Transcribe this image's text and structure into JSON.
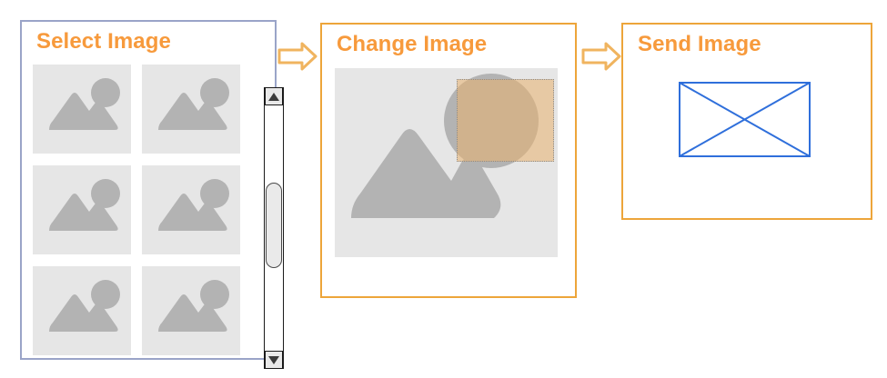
{
  "diagram": {
    "title_color": "#f79a3c",
    "panels": [
      {
        "id": "select-image",
        "title": "Select Image",
        "border_color": "#9aa4c8",
        "content": "thumbnail-grid-with-scrollbar",
        "thumbnail_count": 6,
        "thumbnail_placeholder": "image-placeholder-icon",
        "scrollbar": {
          "orientation": "vertical",
          "up_arrow": "▲",
          "down_arrow": "▼",
          "thumb_position": "middle"
        }
      },
      {
        "id": "change-image",
        "title": "Change Image",
        "border_color": "#eda53a",
        "content": "image-preview-with-selection",
        "selection": {
          "label": "selection-marquee",
          "fill_color": "#e8b06e",
          "border_style": "dotted",
          "border_color": "#8b8b8b"
        }
      },
      {
        "id": "send-image",
        "title": "Send Image",
        "border_color": "#eda53a",
        "content": "broken-image-placeholder",
        "placeholder_color": "#2f6fdb"
      }
    ],
    "connectors": [
      {
        "id": "arrow-select-to-change",
        "direction": "right",
        "color": "#f0b45f"
      },
      {
        "id": "arrow-change-to-send",
        "direction": "right",
        "color": "#f0b45f"
      }
    ],
    "colors": {
      "thumb_bg": "#e6e6e6",
      "thumb_fg": "#b3b3b3",
      "panel_bg": "#ffffff"
    }
  }
}
